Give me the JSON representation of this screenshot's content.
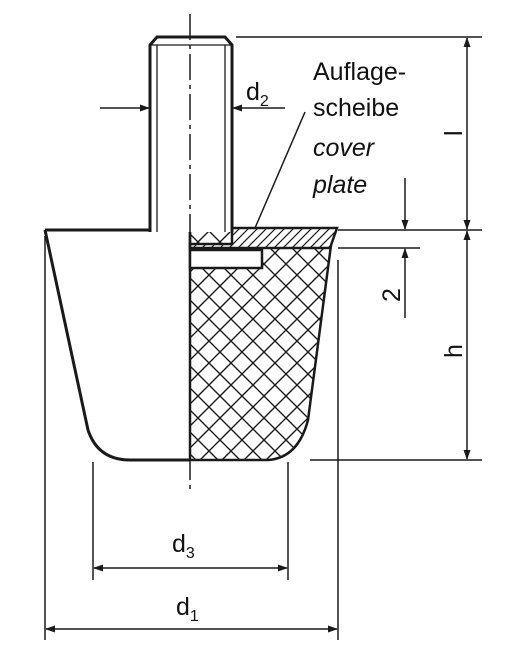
{
  "labels": {
    "d1": "d",
    "d1_sub": "1",
    "d2": "d",
    "d2_sub": "2",
    "d3": "d",
    "d3_sub": "3",
    "l": "l",
    "h": "h",
    "two": "2",
    "cover_de_line1": "Auflage-",
    "cover_de_line2": "scheibe",
    "cover_en_line1": "cover",
    "cover_en_line2": "plate"
  },
  "colors": {
    "line": "#1a1a1a",
    "background": "#ffffff"
  }
}
